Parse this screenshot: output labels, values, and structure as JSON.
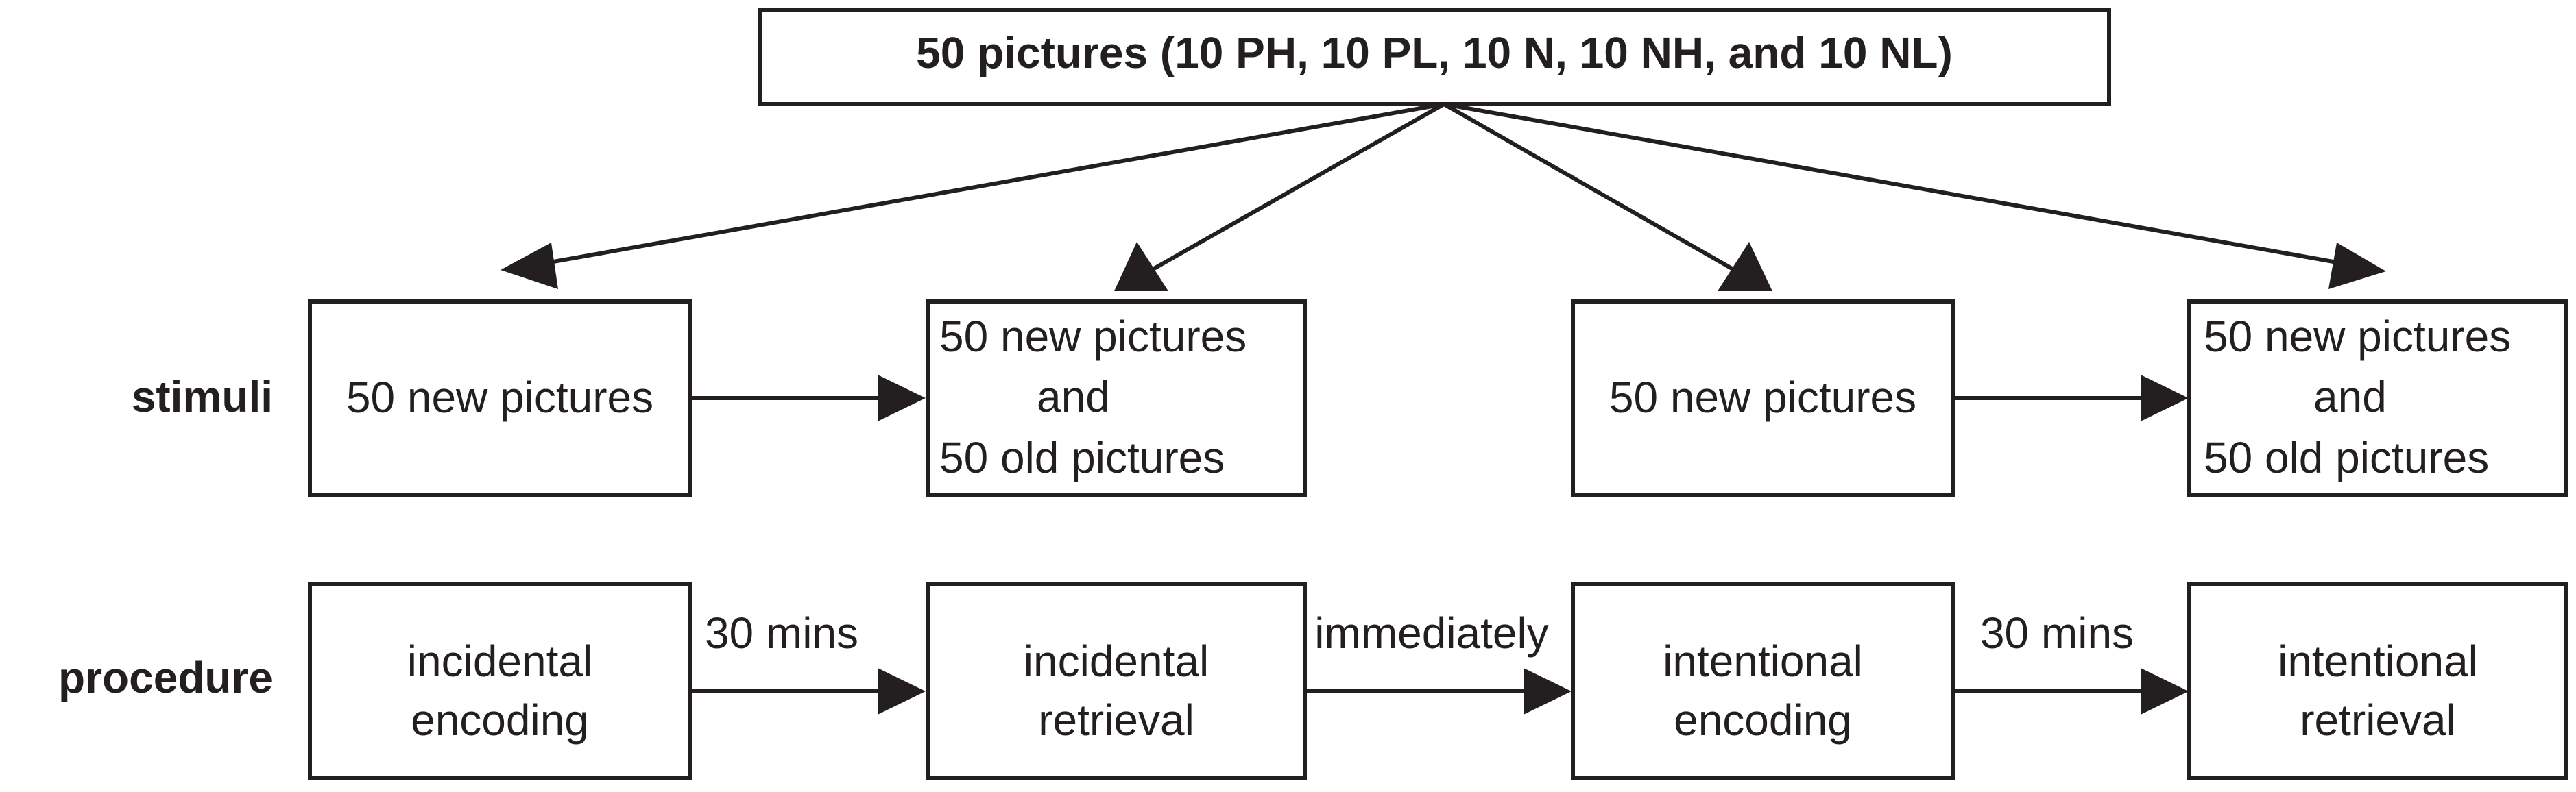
{
  "source": {
    "title": "50 pictures (10 PH, 10 PL, 10 N, 10 NH, and 10 NL)"
  },
  "row_labels": {
    "stimuli": "stimuli",
    "procedure": "procedure"
  },
  "stimuli": [
    {
      "lines": [
        "50 new pictures"
      ]
    },
    {
      "lines": [
        "50 new pictures",
        "and",
        "50 old pictures"
      ]
    },
    {
      "lines": [
        "50 new pictures"
      ]
    },
    {
      "lines": [
        "50 new pictures",
        "and",
        "50 old pictures"
      ]
    }
  ],
  "procedure": [
    {
      "lines": [
        "incidental",
        "encoding"
      ]
    },
    {
      "lines": [
        "incidental",
        "retrieval"
      ]
    },
    {
      "lines": [
        "intentional",
        "encoding"
      ]
    },
    {
      "lines": [
        "intentional",
        "retrieval"
      ]
    }
  ],
  "transitions": [
    {
      "label": "30 mins"
    },
    {
      "label": "immediately"
    },
    {
      "label": "30 mins"
    }
  ],
  "colors": {
    "ink": "#231f20",
    "background": "#ffffff"
  }
}
